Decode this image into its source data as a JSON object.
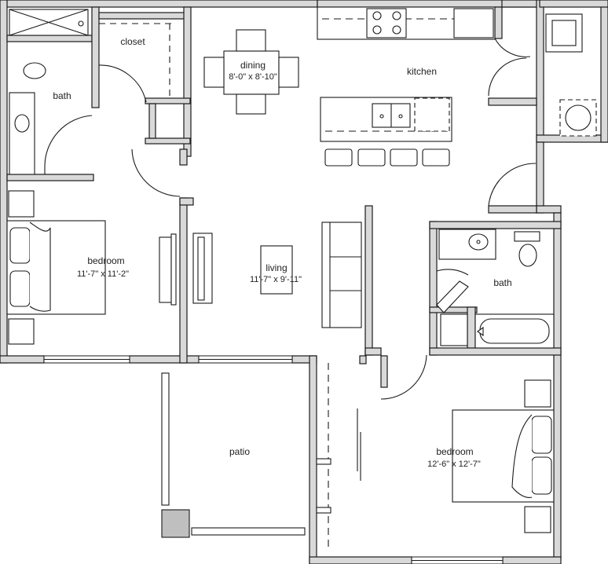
{
  "rooms": {
    "closet": {
      "name": "closet"
    },
    "bath_left": {
      "name": "bath"
    },
    "dining": {
      "name": "dining",
      "dims": "8'-0\" x 8'-10\""
    },
    "kitchen": {
      "name": "kitchen"
    },
    "bedroom_left": {
      "name": "bedroom",
      "dims": "11'-7\" x 11'-2\""
    },
    "living": {
      "name": "living",
      "dims": "11'-7\" x 9'-11\""
    },
    "bath_right": {
      "name": "bath"
    },
    "patio": {
      "name": "patio"
    },
    "bedroom_right": {
      "name": "bedroom",
      "dims": "12'-6\" x 12'-7\""
    }
  },
  "colors": {
    "wall_fill": "#d9d9d9",
    "wall_stroke": "#1a1a1a",
    "furniture": "#1a1a1a"
  }
}
